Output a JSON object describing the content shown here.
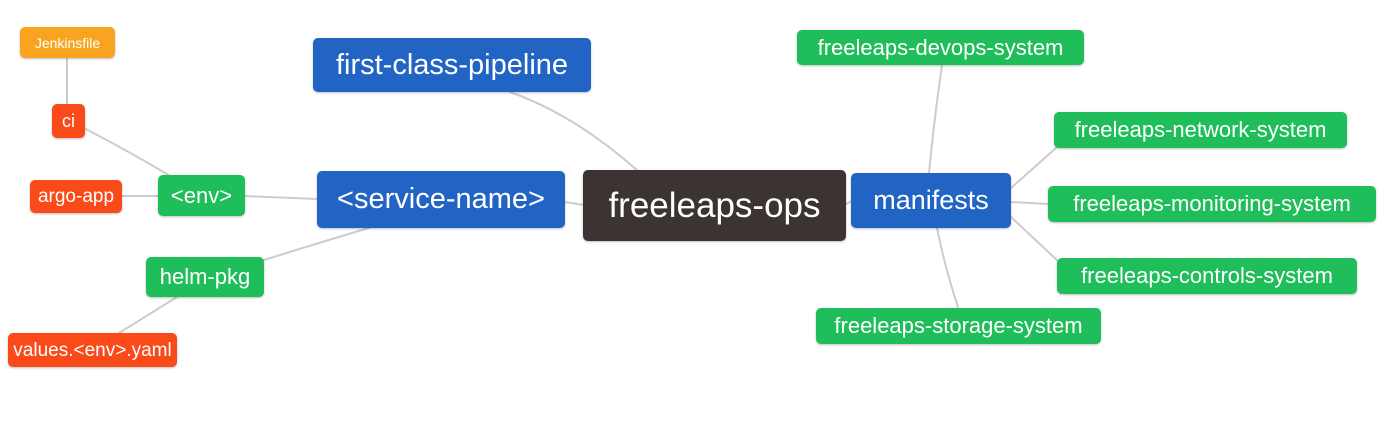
{
  "diagram": {
    "type": "mindmap",
    "root": "freeleaps-ops"
  },
  "palette": {
    "blue": "#2164c4",
    "green": "#20be5a",
    "red": "#fa4a1a",
    "orange": "#f8a41f",
    "dark": "#3b3433",
    "edge": "#cccccc",
    "node_text": "#ffffff",
    "background": "#ffffff"
  },
  "nodes": {
    "freeleaps_ops": {
      "label": "freeleaps-ops",
      "color": "#3b3433"
    },
    "first_class_pipeline": {
      "label": "first-class-pipeline",
      "color": "#2164c4"
    },
    "service_name": {
      "label": "<service-name>",
      "color": "#2164c4"
    },
    "manifests": {
      "label": "manifests",
      "color": "#2164c4"
    },
    "env": {
      "label": "<env>",
      "color": "#20be5a"
    },
    "helm_pkg": {
      "label": "helm-pkg",
      "color": "#20be5a"
    },
    "ci": {
      "label": "ci",
      "color": "#fa4a1a"
    },
    "argo_app": {
      "label": "argo-app",
      "color": "#fa4a1a"
    },
    "jenkinsfile": {
      "label": "Jenkinsfile",
      "color": "#f8a41f"
    },
    "values_env_yaml": {
      "label": "values.<env>.yaml",
      "color": "#fa4a1a"
    },
    "devops_system": {
      "label": "freeleaps-devops-system",
      "color": "#20be5a"
    },
    "network_system": {
      "label": "freeleaps-network-system",
      "color": "#20be5a"
    },
    "monitoring_system": {
      "label": "freeleaps-monitoring-system",
      "color": "#20be5a"
    },
    "controls_system": {
      "label": "freeleaps-controls-system",
      "color": "#20be5a"
    },
    "storage_system": {
      "label": "freeleaps-storage-system",
      "color": "#20be5a"
    }
  },
  "edges": [
    {
      "from": "jenkinsfile",
      "to": "ci"
    },
    {
      "from": "ci",
      "to": "env"
    },
    {
      "from": "argo_app",
      "to": "env"
    },
    {
      "from": "env",
      "to": "service_name"
    },
    {
      "from": "helm_pkg",
      "to": "service_name"
    },
    {
      "from": "values_env_yaml",
      "to": "helm_pkg"
    },
    {
      "from": "first_class_pipeline",
      "to": "freeleaps_ops"
    },
    {
      "from": "service_name",
      "to": "freeleaps_ops"
    },
    {
      "from": "freeleaps_ops",
      "to": "manifests"
    },
    {
      "from": "manifests",
      "to": "devops_system"
    },
    {
      "from": "manifests",
      "to": "network_system"
    },
    {
      "from": "manifests",
      "to": "monitoring_system"
    },
    {
      "from": "manifests",
      "to": "controls_system"
    },
    {
      "from": "manifests",
      "to": "storage_system"
    }
  ]
}
